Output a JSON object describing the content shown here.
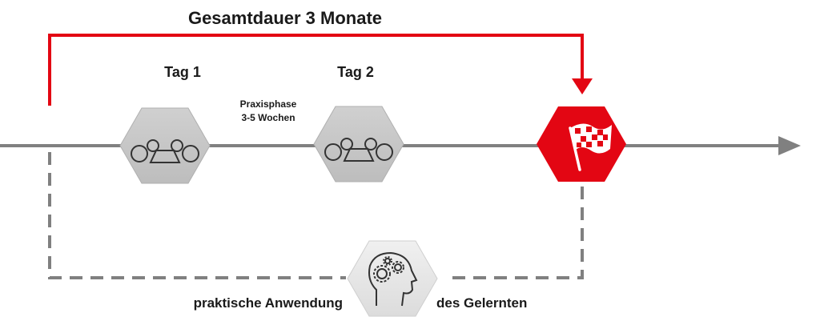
{
  "title": "Gesamtdauer 3 Monate",
  "steps": [
    {
      "label": "Tag 1",
      "icon": "group-meeting-icon"
    },
    {
      "label": "Tag 2",
      "icon": "group-meeting-icon"
    },
    {
      "label": "",
      "icon": "checkered-flag-icon"
    }
  ],
  "phase": {
    "line1": "Praxisphase",
    "line2": "3-5 Wochen"
  },
  "application": {
    "left": "praktische Anwendung",
    "right": "des Gelernten",
    "icon": "head-gears-icon"
  },
  "colors": {
    "accent": "#e30613",
    "line": "#808080",
    "hex_gray": "#c4c4c4",
    "hex_light": "#e6e6e6"
  }
}
